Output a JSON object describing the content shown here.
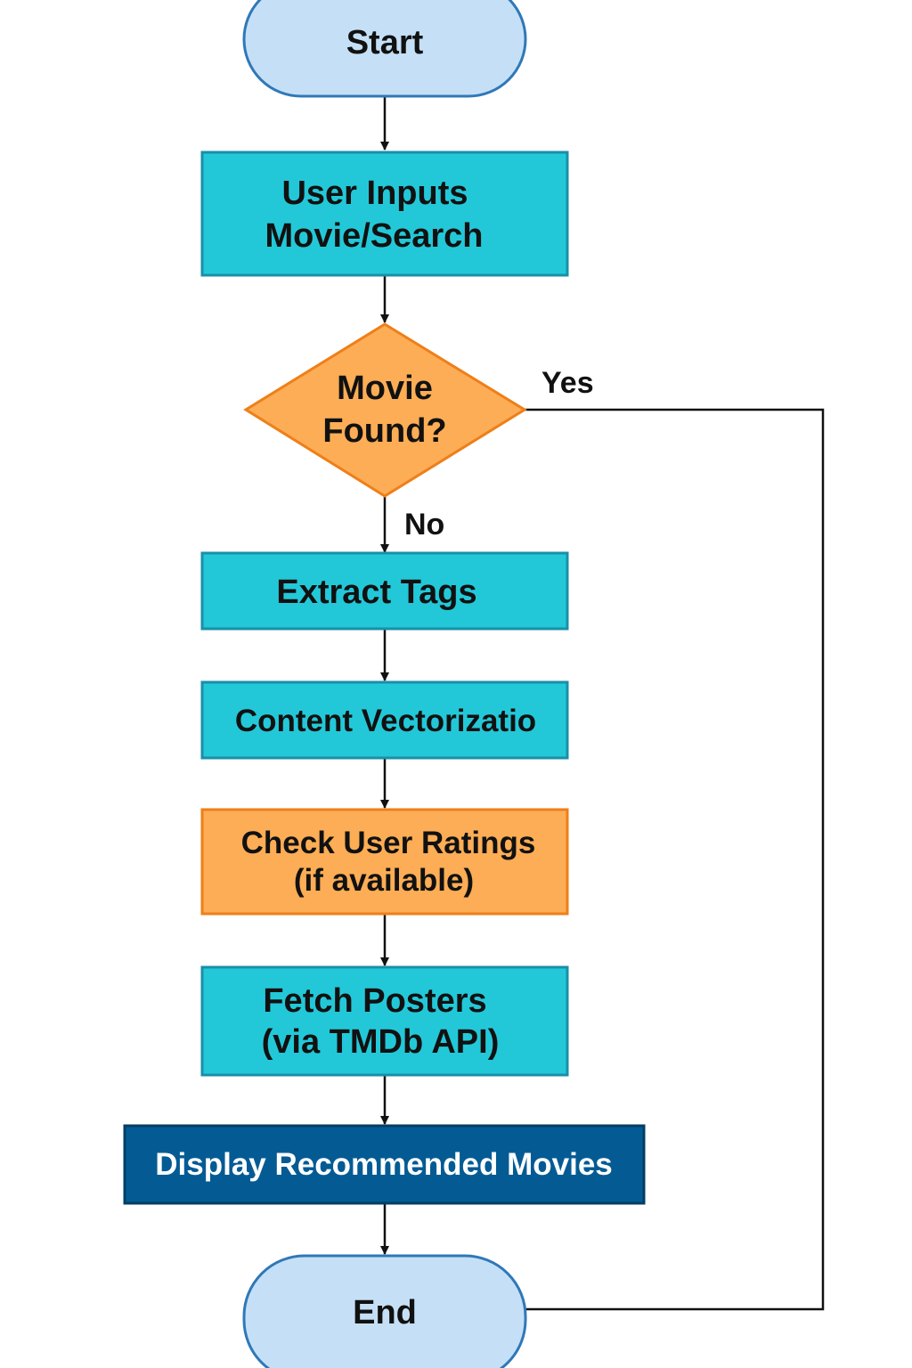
{
  "flowchart": {
    "start": {
      "label": "Start"
    },
    "user_inputs": {
      "line1": "User Inputs",
      "line2": "Movie/Search"
    },
    "decision": {
      "line1": "Movie",
      "line2": "Found?"
    },
    "edge_yes": "Yes",
    "edge_no": "No",
    "extract_tags": {
      "label": "Extract Tags"
    },
    "content_vectorization": {
      "label": "Content Vectorizatio"
    },
    "check_ratings": {
      "line1": "Check User Ratings",
      "line2": "(if available)"
    },
    "fetch_posters": {
      "line1": "Fetch Posters",
      "line2": "(via TMDb API)"
    },
    "display_recommended": {
      "label": "Display Recommended Movies"
    },
    "end": {
      "label": "End"
    }
  },
  "colors": {
    "terminal_fill": "#c5e0f6",
    "terminal_stroke": "#2f78b8",
    "process_fill": "#23c8d8",
    "process_stroke": "#1a8fa8",
    "decision_fill": "#fcad55",
    "decision_stroke": "#ee7f19",
    "highlight_fill": "#045b94",
    "highlight_stroke": "#023e66",
    "connector": "#111111"
  }
}
